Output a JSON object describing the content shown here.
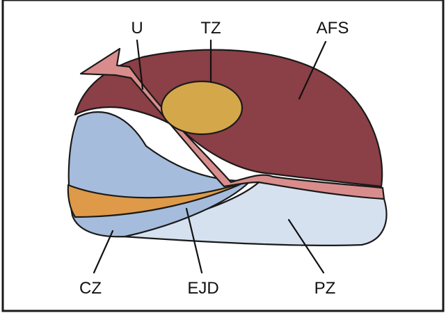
{
  "labels": {
    "u": "U",
    "tz": "TZ",
    "afs": "AFS",
    "cz": "CZ",
    "ejd": "EJD",
    "pz": "PZ"
  },
  "colors": {
    "afs": "#8b3f46",
    "tz": "#d4a84a",
    "urethra": "#d88d8c",
    "cz": "#a6bcdc",
    "ejd": "#de9a48",
    "pz": "#d6e1f0",
    "outline": "#1a1a1a"
  }
}
